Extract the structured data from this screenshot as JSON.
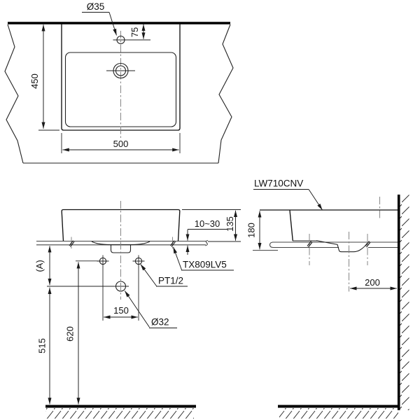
{
  "drawing": {
    "product_code": "LW710CNV",
    "top_view": {
      "faucet_hole_dia": "Ø35",
      "faucet_center_from_wall": "75",
      "basin_depth": "450",
      "basin_width": "500"
    },
    "front_view": {
      "counter_thickness": "10~30",
      "height_above_counter": "135",
      "fastener_model": "TX809LV5",
      "supply_connection": "PT1/2",
      "ref_dim": "(A)",
      "supply_hole_spacing": "150",
      "drain_hole_dia": "Ø32",
      "supply_height_from_floor": "620",
      "drain_height_from_floor": "515"
    },
    "side_view": {
      "basin_height": "180",
      "drain_center_from_wall": "200"
    }
  }
}
